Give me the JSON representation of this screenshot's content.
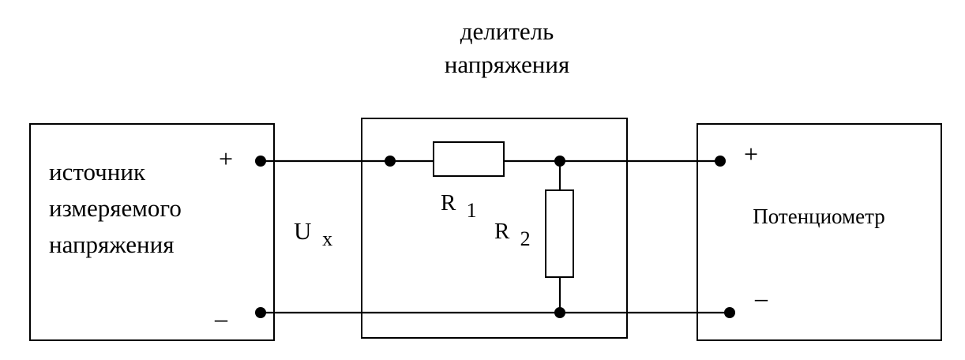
{
  "divider_title": {
    "line1": "делитель",
    "line2": "напряжения"
  },
  "source_block": {
    "line1": "источник",
    "line2": "измеряемого",
    "line3": "напряжения",
    "plus": "+",
    "minus": "–"
  },
  "voltage_label": {
    "main": "U",
    "sub": "x"
  },
  "r1_label": {
    "main": "R",
    "sub": "1"
  },
  "r2_label": {
    "main": "R",
    "sub": "2"
  },
  "potentiometer_block": {
    "label": "Потенциометр",
    "plus": "+",
    "minus": "–"
  }
}
